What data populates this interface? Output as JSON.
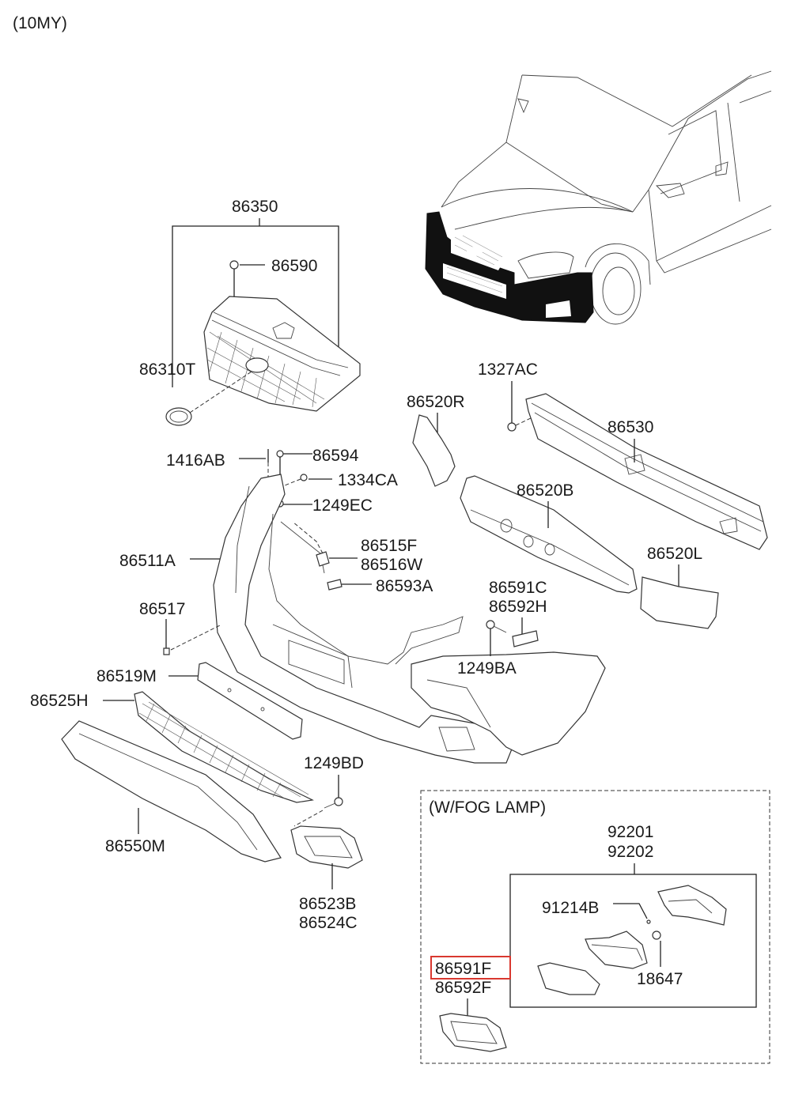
{
  "model_year": "(10MY)",
  "highlight_color": "#d9382f",
  "parts": {
    "grille_assy": "86350",
    "grille_clip": "86590",
    "emblem": "86310T",
    "nut_1327AC": "1327AC",
    "stay_right": "86520R",
    "beam": "86530",
    "absorber": "86520B",
    "stay_left": "86520L",
    "pin_1416AB": "1416AB",
    "clip_86594": "86594",
    "nut_1334CA": "1334CA",
    "screw_1249EC": "1249EC",
    "bumper_cover": "86511A",
    "bracket_upper": "86515F",
    "bracket_upper_2": "86516W",
    "clip_86593A": "86593A",
    "clip_86517": "86517",
    "bracket_side": "86591C",
    "bracket_side_2": "86592H",
    "screw_1249BA": "1249BA",
    "license_bracket": "86519M",
    "lower_grille": "86525H",
    "lower_garnish": "86550M",
    "screw_1249BD": "1249BD",
    "fog_cover": "86523B",
    "fog_cover_2": "86524C"
  },
  "fog_lamp_group": {
    "title": "(W/FOG LAMP)",
    "lamp_assy_1": "92201",
    "lamp_assy_2": "92202",
    "bulb": "91214B",
    "socket": "18647",
    "bezel_highlighted": "86591F",
    "bezel_2": "86592F"
  }
}
